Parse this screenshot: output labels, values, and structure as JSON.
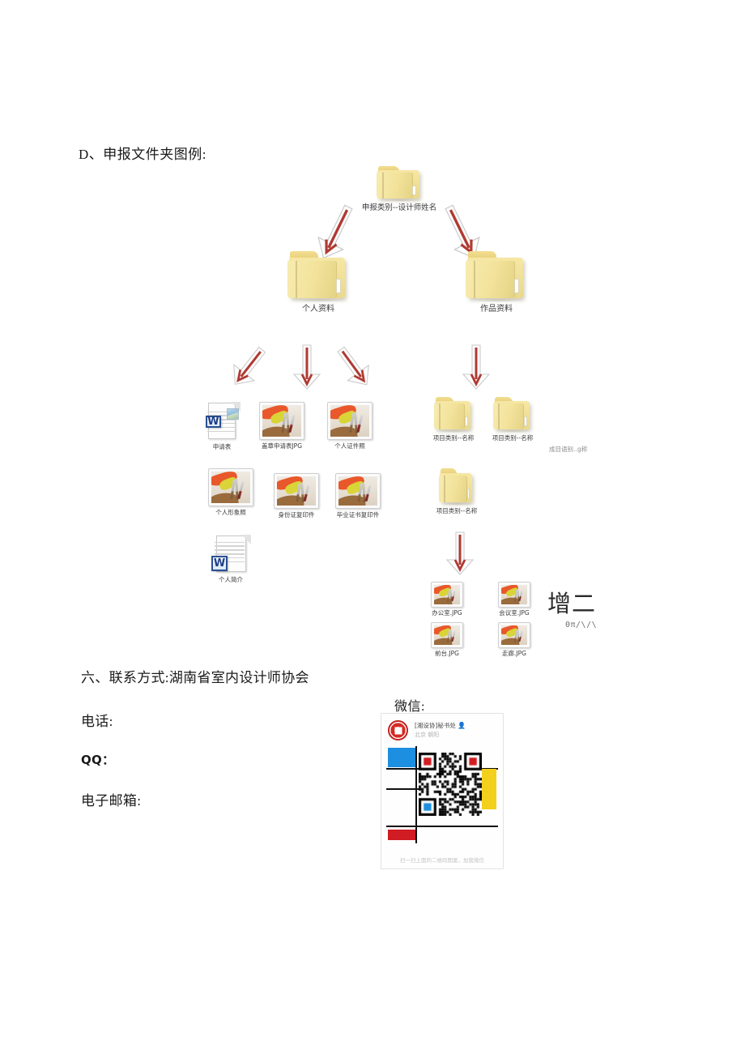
{
  "document": {
    "section_d_heading": "D、申报文件夹图例:",
    "contact_heading": "六、联系方式:湖南省室内设计师协会",
    "contact_phone_label": "电话:",
    "contact_qq_label": "QQ：",
    "contact_email_label": "电子邮箱:",
    "wechat_label": "微信:"
  },
  "diagram": {
    "root_folder": "申报类别--设计师姓名",
    "branch_left_folder": "个人资料",
    "branch_right_folder": "作品资料",
    "personal_files": [
      {
        "label": "申请表",
        "icon": "word-doc-icon"
      },
      {
        "label": "盖章申请表JPG",
        "icon": "image-file-icon"
      },
      {
        "label": "个人证件照",
        "icon": "image-file-icon"
      },
      {
        "label": "个人形象照",
        "icon": "image-file-icon"
      },
      {
        "label": "身份证复印件",
        "icon": "image-file-icon"
      },
      {
        "label": "毕业证书复印件",
        "icon": "image-file-icon"
      },
      {
        "label": "个人简介",
        "icon": "word-doc-icon"
      }
    ],
    "project_folders_row": [
      {
        "label": "项目类别--名称",
        "icon": "folder-icon"
      },
      {
        "label": "项目类别--名称",
        "icon": "folder-icon"
      }
    ],
    "project_folder_ghost_label": "成目语别‥g称",
    "project_folder_second_level": "项目类别--名称",
    "project_images": [
      {
        "label": "办公室.JPG",
        "icon": "image-file-icon"
      },
      {
        "label": "会议室.JPG",
        "icon": "image-file-icon"
      },
      {
        "label": "前台.JPG",
        "icon": "image-file-icon"
      },
      {
        "label": "走廊.JPG",
        "icon": "image-file-icon"
      }
    ],
    "annotation_main": "增二",
    "annotation_sub": "0π/\\/\\"
  },
  "wechat_card": {
    "account_name": "[湘设协]秘书处",
    "account_sub": "北京 朝阳",
    "footer_text": "扫一扫上面的二维码图案，加我微信",
    "logo_icon": "wechat-official-logo-icon",
    "person_icon": "person-icon"
  },
  "colors": {
    "folder_fill": "#f2e29a",
    "arrow_stroke": "#b03a33",
    "mondrian_blue": "#1d8fe0",
    "mondrian_yellow": "#f2d01b",
    "mondrian_red": "#d01c22",
    "word_blue": "#1f3f86"
  }
}
